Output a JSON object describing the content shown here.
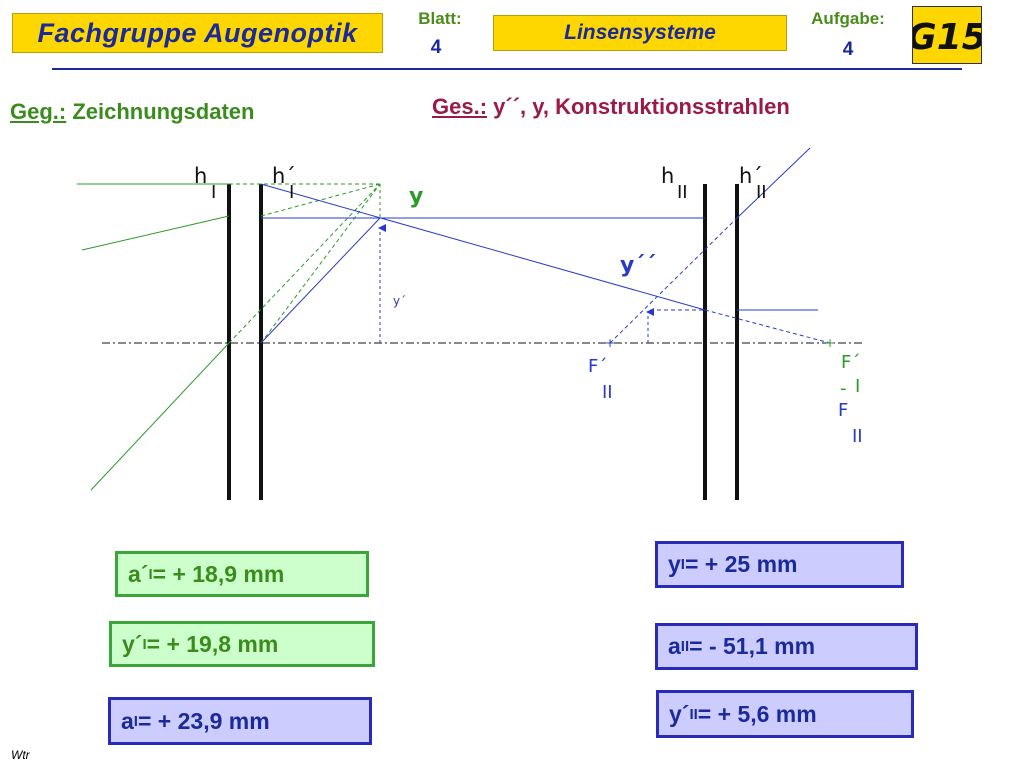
{
  "header": {
    "title": "Fachgruppe  Augenoptik",
    "blatt_label": "Blatt:",
    "blatt_value": "4",
    "topic": "Linsensysteme",
    "aufgabe_label": "Aufgabe:",
    "aufgabe_value": "4",
    "logo_text": "G15"
  },
  "given": {
    "label": "Geg.:",
    "text": " Zeichnungsdaten"
  },
  "sought": {
    "label": "Ges.:",
    "text": " y´´, y,  Konstruktionsstrahlen"
  },
  "diagram": {
    "labels": {
      "h1": "h",
      "h1_sub": "I",
      "h1p": "h´",
      "h1p_sub": "I",
      "h2": "h",
      "h2_sub": "II",
      "h2p": "h´",
      "h2p_sub": "II",
      "y": "y",
      "yp": "y´",
      "ypp": "y´´",
      "F2p": "F´",
      "F2p_sub": "II",
      "F1p": "F´",
      "F1p_sub": "I",
      "dash": "-",
      "F2": "F",
      "F2_sub": "II"
    },
    "colors": {
      "green": "#2a9a2a",
      "blue": "#2a3ac8",
      "lens": "#111111"
    }
  },
  "results": {
    "a1p": {
      "pre": "a´",
      "sub": "I",
      "post": " = + 18,9  mm"
    },
    "y1p": {
      "pre": "y´",
      "sub": "I",
      "post": " = + 19,8 mm"
    },
    "a1": {
      "pre": "a",
      "sub": "I",
      "post": " = + 23,9  mm"
    },
    "y1": {
      "pre": "y",
      "sub": "I",
      "post": " = + 25 mm"
    },
    "a2": {
      "pre": "a",
      "sub": "II",
      "post": " = - 51,1  mm"
    },
    "y2p": {
      "pre": "y´",
      "sub": "II",
      "post": " = + 5,6 mm"
    }
  },
  "footer": {
    "author": "Wtr"
  }
}
